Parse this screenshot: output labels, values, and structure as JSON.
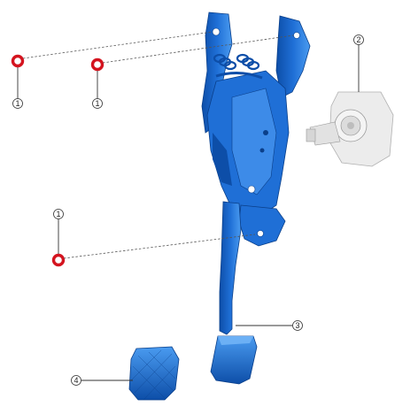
{
  "diagram": {
    "callouts": [
      {
        "id": "c1a",
        "label": "1"
      },
      {
        "id": "c1b",
        "label": "1"
      },
      {
        "id": "c1c",
        "label": "1"
      },
      {
        "id": "c2",
        "label": "2"
      },
      {
        "id": "c3",
        "label": "3"
      },
      {
        "id": "c4",
        "label": "4"
      }
    ],
    "colors": {
      "pedal_blue": "#1f6fd6",
      "pedal_dark": "#0d4ea8",
      "pedal_light": "#4a9bf0",
      "bushing_red": "#d4141f",
      "sensor_gray": "#ececec",
      "line": "#333333"
    }
  }
}
